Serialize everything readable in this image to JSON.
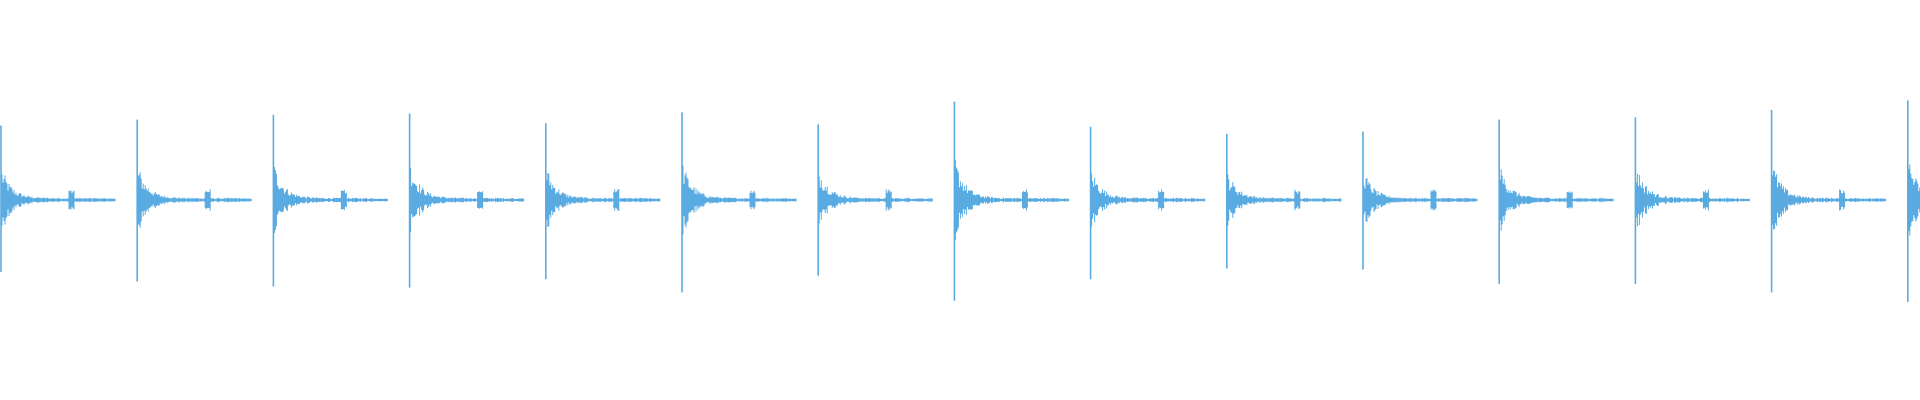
{
  "waveform": {
    "color": "#5aabe1",
    "transient_count": 15,
    "samples_per_transient": 1,
    "transients": [
      {
        "peak": 0.62,
        "trough": 0.6
      },
      {
        "peak": 0.67,
        "trough": 0.68
      },
      {
        "peak": 0.71,
        "trough": 0.72
      },
      {
        "peak": 0.72,
        "trough": 0.73
      },
      {
        "peak": 0.64,
        "trough": 0.66
      },
      {
        "peak": 0.73,
        "trough": 0.77
      },
      {
        "peak": 0.63,
        "trough": 0.63
      },
      {
        "peak": 0.82,
        "trough": 0.84
      },
      {
        "peak": 0.61,
        "trough": 0.66
      },
      {
        "peak": 0.55,
        "trough": 0.57
      },
      {
        "peak": 0.57,
        "trough": 0.58
      },
      {
        "peak": 0.67,
        "trough": 0.7
      },
      {
        "peak": 0.69,
        "trough": 0.7
      },
      {
        "peak": 0.75,
        "trough": 0.77
      },
      {
        "peak": 0.83,
        "trough": 0.85
      }
    ]
  }
}
